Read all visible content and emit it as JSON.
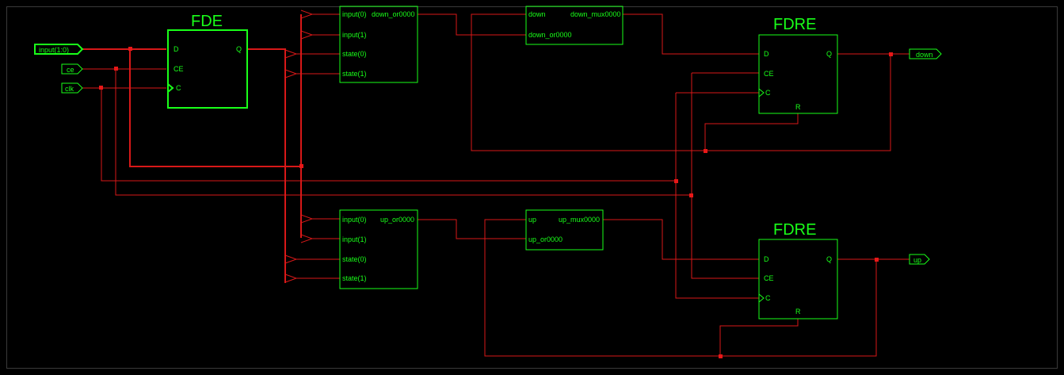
{
  "components": {
    "fde": {
      "title": "FDE",
      "pins": {
        "d": "D",
        "ce": "CE",
        "c": "C",
        "q": "Q"
      }
    },
    "down_or": {
      "pins": {
        "in0": "input(0)",
        "in1": "input(1)",
        "st0": "state(0)",
        "st1": "state(1)",
        "out": "down_or0000"
      }
    },
    "down_mux": {
      "pins": {
        "a": "down",
        "b": "down_or0000",
        "out": "down_mux0000"
      }
    },
    "fdre_down": {
      "title": "FDRE",
      "pins": {
        "d": "D",
        "ce": "CE",
        "c": "C",
        "q": "Q",
        "r": "R"
      }
    },
    "up_or": {
      "pins": {
        "in0": "input(0)",
        "in1": "input(1)",
        "st0": "state(0)",
        "st1": "state(1)",
        "out": "up_or0000"
      }
    },
    "up_mux": {
      "pins": {
        "a": "up",
        "b": "up_or0000",
        "out": "up_mux0000"
      }
    },
    "fdre_up": {
      "title": "FDRE",
      "pins": {
        "d": "D",
        "ce": "CE",
        "c": "C",
        "q": "Q",
        "r": "R"
      }
    }
  },
  "ports": {
    "input": "input(1:0)",
    "ce": "ce",
    "clk": "clk",
    "down": "down",
    "up": "up"
  },
  "colors": {
    "component": "#19ff19",
    "wire": "#d81818",
    "background": "#000000"
  }
}
